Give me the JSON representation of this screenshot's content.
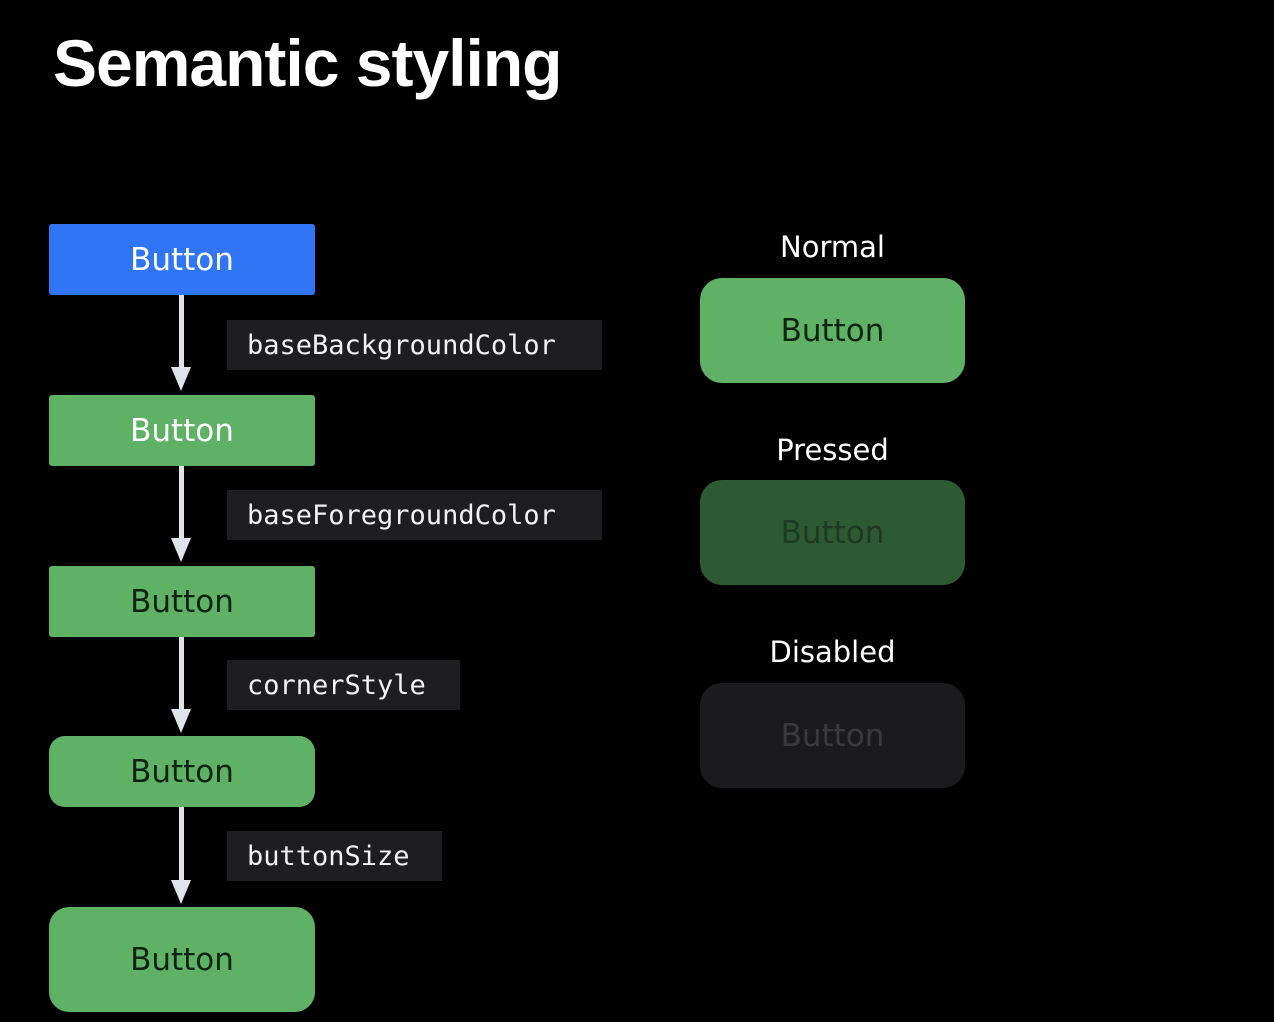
{
  "title": "Semantic styling",
  "flow": {
    "steps": [
      {
        "label": "Button"
      },
      {
        "label": "Button"
      },
      {
        "label": "Button"
      },
      {
        "label": "Button"
      },
      {
        "label": "Button"
      }
    ],
    "properties": [
      {
        "label": "baseBackgroundColor"
      },
      {
        "label": "baseForegroundColor"
      },
      {
        "label": "cornerStyle"
      },
      {
        "label": "buttonSize"
      }
    ]
  },
  "states": [
    {
      "name": "Normal",
      "button_label": "Button"
    },
    {
      "name": "Pressed",
      "button_label": "Button"
    },
    {
      "name": "Disabled",
      "button_label": "Button"
    }
  ],
  "colors": {
    "background": "#000000",
    "tint_blue": "#2f75f6",
    "green": "#5fb166",
    "pressed_green": "#2e5a33",
    "disabled_gray": "#1b1b1d",
    "arrow": "#dfe3ea",
    "code_label_bg": "#1e1e20"
  }
}
